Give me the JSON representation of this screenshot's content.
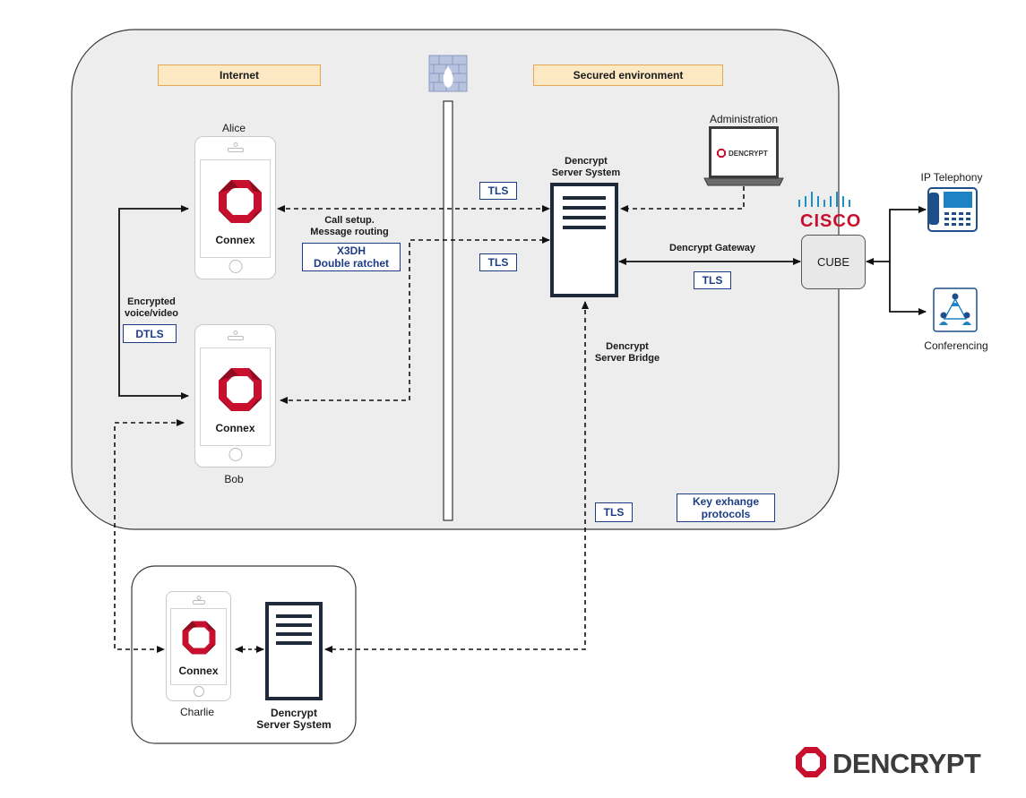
{
  "zones": {
    "internet": "Internet",
    "secured": "Secured environment"
  },
  "devices": {
    "alice": {
      "name": "Alice",
      "app": "Connex"
    },
    "bob": {
      "name": "Bob",
      "app": "Connex"
    },
    "charlie": {
      "name": "Charlie",
      "app": "Connex"
    }
  },
  "server": {
    "main": "Dencrypt\nServer System",
    "remote": "Dencrypt\nServer System"
  },
  "admin": {
    "label": "Administration",
    "screen_brand": "DENCRYPT"
  },
  "labels": {
    "call_setup": "Call setup.\nMessage routing",
    "encrypted": "Encrypted\nvoice/video",
    "gateway": "Dencrypt Gateway",
    "bridge": "Dencrypt\nServer Bridge",
    "ip_telephony": "IP Telephony",
    "conferencing": "Conferencing",
    "cisco": "CISCO",
    "cube": "CUBE"
  },
  "tags": {
    "tls_1": "TLS",
    "tls_2": "TLS",
    "tls_gateway": "TLS",
    "tls_bridge": "TLS",
    "x3dh": "X3DH\nDouble ratchet",
    "dtls": "DTLS",
    "key_exchange": "Key exhange\nprotocols"
  },
  "logo": {
    "brand": "DENCRYPT"
  },
  "colors": {
    "panel": "#ededed",
    "tag_border": "#1d3c86",
    "zone_fill": "#fce9c4",
    "zone_border": "#e7a94f",
    "brand_red": "#c8102e",
    "cisco_red": "#c8102e"
  }
}
